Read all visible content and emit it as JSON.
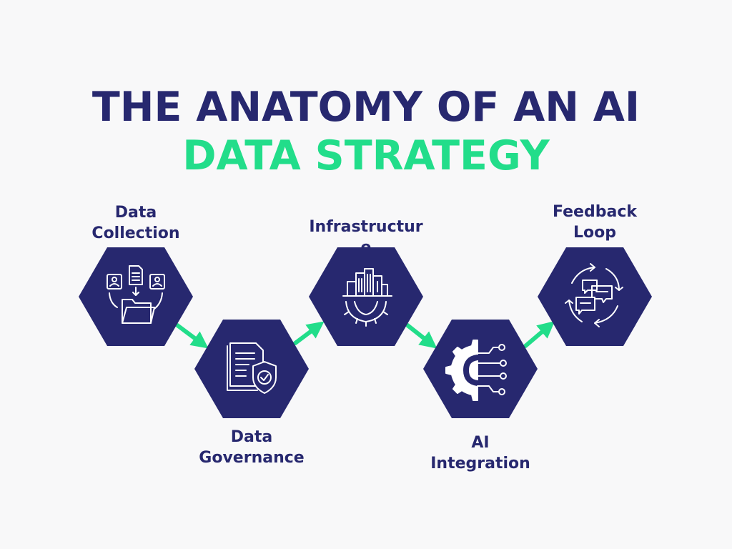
{
  "title": {
    "line1": "THE ANATOMY OF AN AI",
    "line2": "DATA STRATEGY"
  },
  "colors": {
    "navy": "#27286f",
    "green": "#22dd8a",
    "background": "#f8f8f9"
  },
  "steps": [
    {
      "label_lines": [
        "Data",
        "Collection"
      ],
      "icon": "data-collection-icon"
    },
    {
      "label_lines": [
        "Data",
        "Governance"
      ],
      "icon": "document-shield-icon"
    },
    {
      "label_lines": [
        "Infrastructur",
        "e"
      ],
      "icon": "infrastructure-gear-icon"
    },
    {
      "label_lines": [
        "AI",
        "Integration"
      ],
      "icon": "ai-gear-circuit-icon"
    },
    {
      "label_lines": [
        "Feedback",
        "Loop"
      ],
      "icon": "feedback-loop-icon"
    }
  ]
}
